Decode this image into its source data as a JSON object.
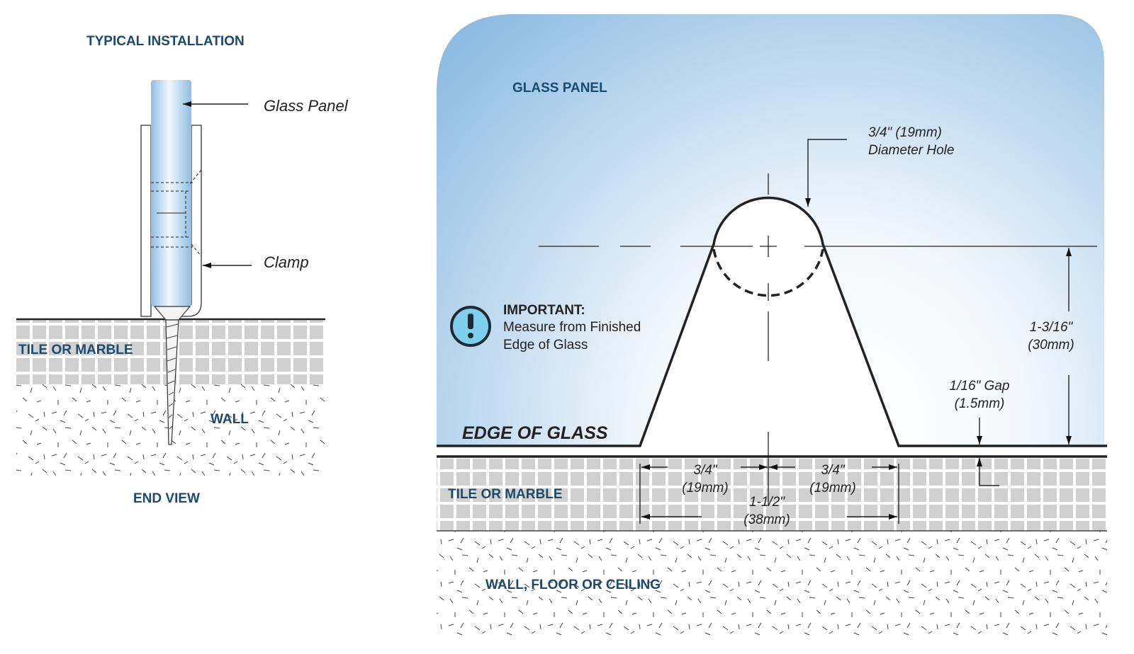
{
  "left": {
    "title": "TYPICAL INSTALLATION",
    "glass_panel_label": "Glass Panel",
    "clamp_label": "Clamp",
    "tile_label": "TILE OR MARBLE",
    "wall_label": "WALL",
    "view_label": "END VIEW"
  },
  "right": {
    "glass_panel_label": "GLASS PANEL",
    "hole_dim": "3/4\" (19mm)",
    "hole_desc": "Diameter Hole",
    "important_title": "IMPORTANT:",
    "important_line1": "Measure from Finished",
    "important_line2": "Edge of Glass",
    "edge_label": "EDGE OF GLASS",
    "height_dim": "1-3/16\"",
    "height_mm": "(30mm)",
    "gap_dim": "1/16\" Gap",
    "gap_mm": "(1.5mm)",
    "half_left_dim": "3/4\"",
    "half_left_mm": "(19mm)",
    "half_right_dim": "3/4\"",
    "half_right_mm": "(19mm)",
    "total_dim": "1-1/2\"",
    "total_mm": "(38mm)",
    "tile_label": "TILE OR MARBLE",
    "wall_label": "WALL, FLOOR OR CEILING"
  },
  "colors": {
    "label": "#1b4a6c",
    "glass": "#8fbde3",
    "tile": "#d0d0d0",
    "icon": "#7fd0ee"
  }
}
